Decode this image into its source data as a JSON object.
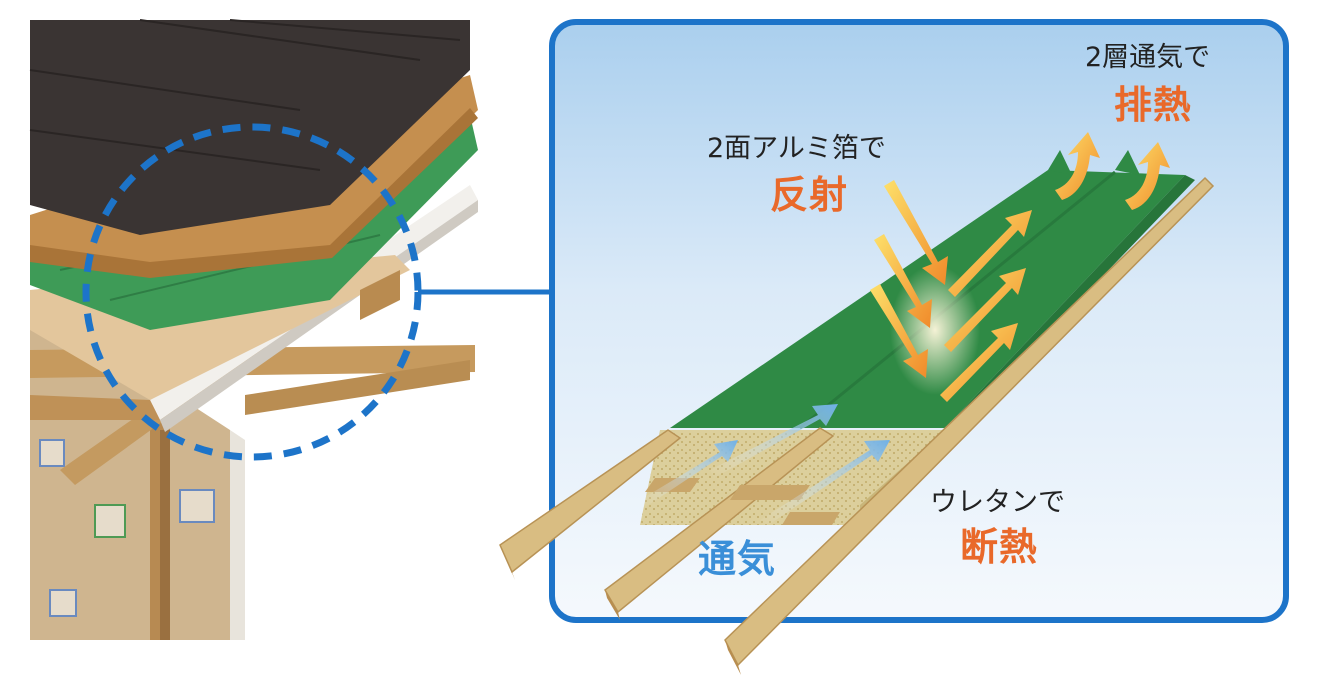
{
  "colors": {
    "frame_blue": "#1d74c9",
    "highlight_orange": "#e9692a",
    "vent_blue": "#3a8fd8",
    "panel_green": "#2f8a45",
    "roof_dark": "#3a3433",
    "wood": "#c99a5a",
    "urethane": "#d8cc98"
  },
  "labels": {
    "reflect_small": "2面アルミ箔で",
    "reflect_big": "反射",
    "exhaust_small": "2層通気で",
    "exhaust_big": "排熱",
    "insulation_small": "ウレタンで",
    "insulation_big": "断熱",
    "ventilation_big": "通気"
  }
}
